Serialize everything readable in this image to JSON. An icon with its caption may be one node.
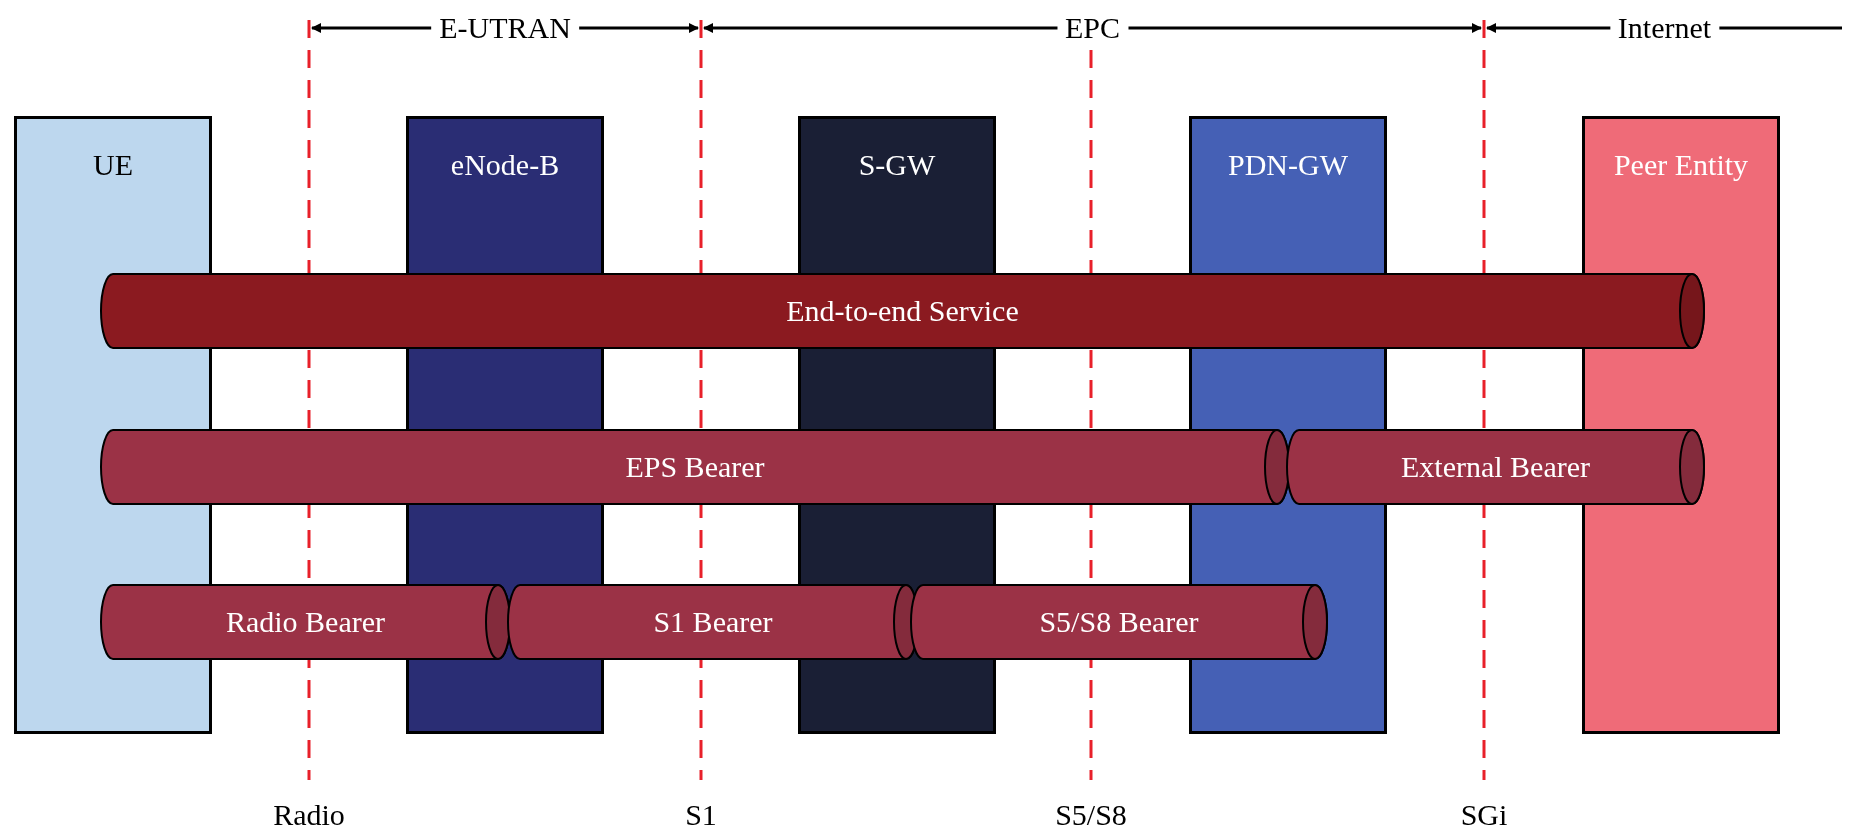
{
  "diagram": {
    "nodes": [
      {
        "text": [
          "UE"
        ]
      },
      {
        "text": [
          "eNode-B"
        ]
      },
      {
        "text": [
          "S-GW"
        ]
      },
      {
        "text": [
          "PDN-GW"
        ]
      },
      {
        "text": [
          "Peer Entity"
        ]
      },
      {
        "text": [
          "End-to-end Service"
        ]
      },
      {
        "text": [
          "EPS Bearer"
        ]
      },
      {
        "text": [
          "External Bearer"
        ]
      },
      {
        "text": [
          "Radio Bearer"
        ]
      },
      {
        "text": [
          "S1 Bearer"
        ]
      },
      {
        "text": [
          "S5/S8 Bearer"
        ]
      }
    ],
    "edges": [],
    "labels": [
      "E-UTRAN",
      "EPC",
      "Internet",
      "Radio",
      "S1",
      "S5/S8",
      "SGi"
    ]
  }
}
